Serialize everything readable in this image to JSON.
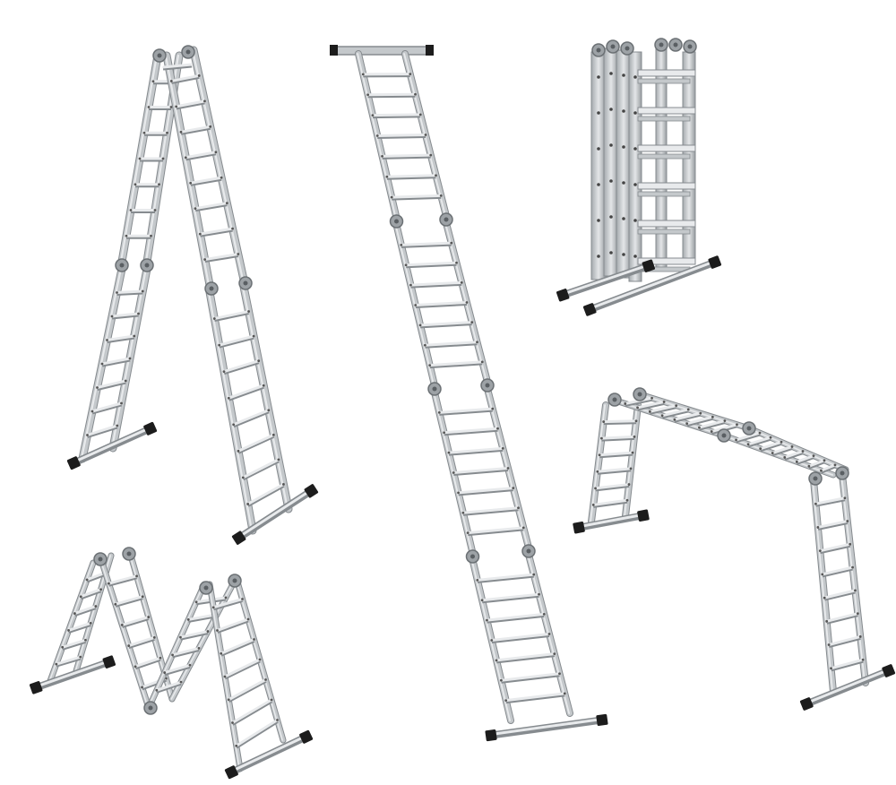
{
  "image": {
    "background": "#ffffff",
    "colors": {
      "aluminum": "#c4c8cb",
      "aluminum_dark": "#868b8f",
      "aluminum_light": "#e8eaec",
      "foot_cap": "#1c1c1c",
      "hinge": "#9da2a6"
    },
    "ladders": [
      {
        "name": "a-frame-ladder"
      },
      {
        "name": "straight-extension-ladder"
      },
      {
        "name": "folded-compact-ladder"
      },
      {
        "name": "scaffold-bridge-ladder"
      },
      {
        "name": "m-shape-ladder"
      }
    ]
  }
}
